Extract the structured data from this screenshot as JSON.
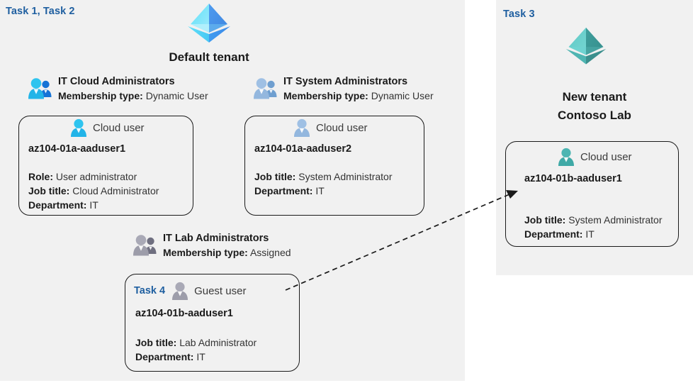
{
  "colors": {
    "panel_bg": "#f1f1f1",
    "page_bg": "#ffffff",
    "task_blue": "#1f5fa0",
    "tenant_blue_light": "#50d9f5",
    "tenant_blue_dark": "#3f8ee8",
    "tenant_teal_light": "#55c9c6",
    "tenant_teal_dark": "#3f9f9d",
    "user_cyan": "#27b6e8",
    "user_steel": "#8fb4dc",
    "user_gray": "#9a9aa6",
    "user_teal": "#3fa9a6",
    "card_border": "#1a1a1a"
  },
  "panels": {
    "left": {
      "task_label": "Task 1, Task 2"
    },
    "right": {
      "task_label": "Task 3"
    }
  },
  "tenants": [
    {
      "name": "default-tenant",
      "title": "Default tenant",
      "title_line2": "",
      "icon": "azure-ad-tenant-icon",
      "palette": "blue"
    },
    {
      "name": "new-tenant",
      "title": "New  tenant",
      "title_line2": "Contoso Lab",
      "icon": "azure-ad-tenant-icon",
      "palette": "teal"
    }
  ],
  "groups": [
    {
      "id": "it-cloud-administrators",
      "name": "IT Cloud Administrators",
      "membership_label": "Membership type:",
      "membership_value": "Dynamic User",
      "icon": "group-users-icon",
      "icon_palette": "cyan"
    },
    {
      "id": "it-system-administrators",
      "name": "IT System Administrators",
      "membership_label": "Membership type:",
      "membership_value": "Dynamic User",
      "icon": "group-users-icon",
      "icon_palette": "steel"
    },
    {
      "id": "it-lab-administrators",
      "name": "IT Lab Administrators",
      "membership_label": "Membership type:",
      "membership_value": "Assigned",
      "icon": "group-users-icon",
      "icon_palette": "gray"
    }
  ],
  "user_cards": [
    {
      "id": "az104-01a-aaduser1",
      "task_tag": "",
      "user_type": "Cloud user",
      "user_icon": "cloud-user-icon",
      "icon_palette": "cyan",
      "upn": "az104-01a-aaduser1",
      "attrs": [
        {
          "label": "Role:",
          "value": "User administrator"
        },
        {
          "label": "Job title:",
          "value": "Cloud Administrator"
        },
        {
          "label": "Department:",
          "value": "IT"
        }
      ]
    },
    {
      "id": "az104-01a-aaduser2",
      "task_tag": "",
      "user_type": "Cloud user",
      "user_icon": "cloud-user-icon",
      "icon_palette": "steel",
      "upn": "az104-01a-aaduser2",
      "attrs": [
        {
          "label": "Job title:",
          "value": "System Administrator"
        },
        {
          "label": "Department:",
          "value": "IT"
        }
      ]
    },
    {
      "id": "az104-01b-aaduser1-guest",
      "task_tag": "Task 4",
      "user_type": "Guest user",
      "user_icon": "guest-user-icon",
      "icon_palette": "gray",
      "upn": "az104-01b-aaduser1",
      "attrs": [
        {
          "label": "Job title:",
          "value": "Lab Administrator"
        },
        {
          "label": "Department:",
          "value": "IT"
        }
      ]
    },
    {
      "id": "az104-01b-aaduser1-cloud",
      "task_tag": "",
      "user_type": "Cloud user",
      "user_icon": "cloud-user-icon",
      "icon_palette": "teal",
      "upn": "az104-01b-aaduser1",
      "attrs": [
        {
          "label": "Job title:",
          "value": "System Administrator"
        },
        {
          "label": "Department:",
          "value": "IT"
        }
      ]
    }
  ],
  "connector": {
    "name": "guest-invitation-arrow",
    "style": "dashed",
    "from": "az104-01b-aaduser1-guest",
    "to": "az104-01b-aaduser1-cloud"
  }
}
